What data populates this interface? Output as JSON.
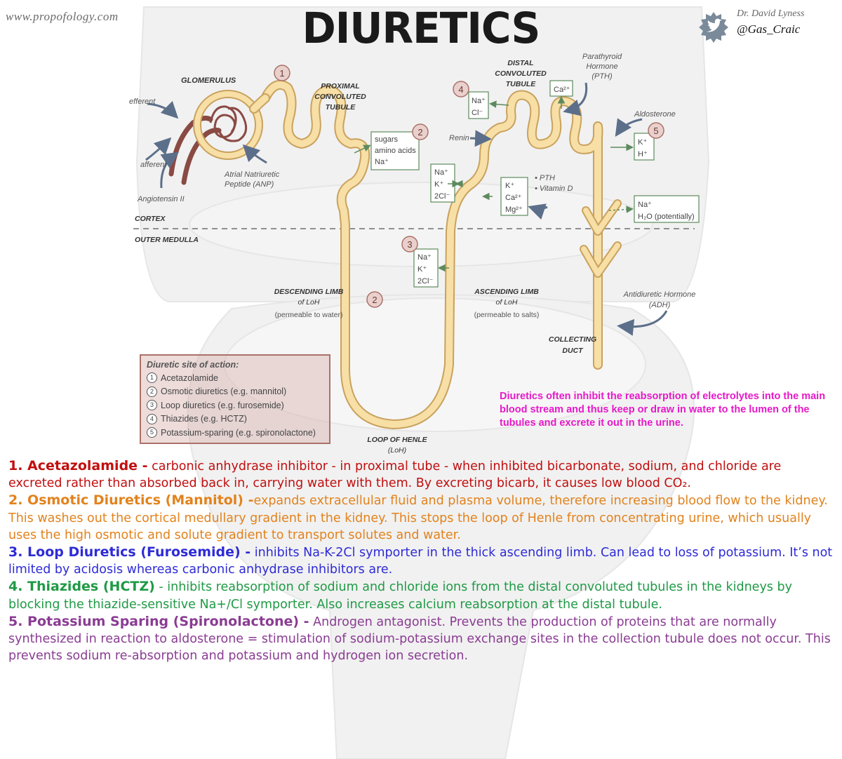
{
  "header": {
    "site": "www.propofology.com",
    "title": "DIURETICS",
    "author": "Dr. David Lyness",
    "handle": "@Gas_Craic"
  },
  "diagram": {
    "labels": {
      "glomerulus": "GLOMERULUS",
      "efferent": "efferent",
      "afferent": "afferent",
      "angiotensin": "Angiotensin II",
      "anp1": "Atrial Natriuretic",
      "anp2": "Peptide (ANP)",
      "pct1": "PROXIMAL",
      "pct2": "CONVOLUTED",
      "pct3": "TUBULE",
      "dct1": "DISTAL",
      "dct2": "CONVOLUTED",
      "dct3": "TUBULE",
      "pth1": "Parathyroid",
      "pth2": "Hormone",
      "pth3": "(PTH)",
      "aldosterone": "Aldosterone",
      "renin": "Renin",
      "pthlist1": "• PTH",
      "pthlist2": "• Vitamin D",
      "cortex": "CORTEX",
      "medulla": "OUTER MEDULLA",
      "desc1": "DESCENDING LIMB",
      "desc2": "of LoH",
      "desc3": "(permeable to water)",
      "asc1": "ASCENDING LIMB",
      "asc2": "of LoH",
      "asc3": "(permeable to salts)",
      "adh1": "Antidiuretic Hormone",
      "adh2": "(ADH)",
      "cd1": "COLLECTING",
      "cd2": "DUCT",
      "loh1": "LOOP OF HENLE",
      "loh2": "(LoH)"
    },
    "boxes": {
      "pct": [
        "sugars",
        "amino acids",
        "Na⁺"
      ],
      "dct_na": [
        "Na⁺",
        "Cl⁻"
      ],
      "ca": [
        "Ca²⁺"
      ],
      "kh": [
        "K⁺",
        "H⁺"
      ],
      "nak2cl_upper": [
        "Na⁺",
        "K⁺",
        "2Cl⁻"
      ],
      "kcamg": [
        "K⁺",
        "Ca²⁺",
        "Mg²⁺"
      ],
      "nah2o": [
        "Na⁺",
        "H₂O (potentially)"
      ],
      "nak2cl_lower": [
        "Na⁺",
        "K⁺",
        "2Cl⁻"
      ]
    },
    "site_numbers": [
      "1",
      "2",
      "2",
      "3",
      "4",
      "5"
    ]
  },
  "legend": {
    "title": "Diuretic site of action:",
    "items": [
      {
        "num": "1",
        "label": "Acetazolamide"
      },
      {
        "num": "2",
        "label": "Osmotic diuretics (e.g. mannitol)"
      },
      {
        "num": "3",
        "label": "Loop diuretics (e.g. furosemide)"
      },
      {
        "num": "4",
        "label": "Thiazides (e.g. HCTZ)"
      },
      {
        "num": "5",
        "label": "Potassium-sparing (e.g. spironolactone)"
      }
    ]
  },
  "note": "Diuretics often inhibit the reabsorption of electrolytes into the main blood stream and thus keep or draw in water to the lumen of the tubules and excrete it out in the urine.",
  "descriptions": [
    {
      "heading": "1. Acetazolamide -",
      "text": " carbonic anhydrase inhibitor - in proximal tube - when inhibited bicarbonate, sodium, and chloride are excreted rather than absorbed back in, carrying water with them. By excreting bicarb, it causes low blood CO₂."
    },
    {
      "heading": "2. Osmotic Diuretics (Mannitol) -",
      "text": "expands extracellular fluid and plasma volume, therefore increasing blood flow to the kidney. This washes out the cortical medullary gradient in the kidney. This stops the loop of Henle from concentrating urine, which usually uses the high osmotic and solute gradient to transport solutes and water."
    },
    {
      "heading": "3. Loop Diuretics (Furosemide) -",
      "text": " inhibits Na-K-2Cl symporter in the thick ascending limb. Can lead to loss of potassium. It’s not limited by acidosis whereas carbonic anhydrase inhibitors are."
    },
    {
      "heading": "4. Thiazides (HCTZ)",
      "text": " - inhibits reabsorption of sodium and chloride ions from the distal convoluted tubules in the kidneys by blocking the thiazide-sensitive Na+/Cl symporter. Also increases calcium reabsorption at the distal tubule."
    },
    {
      "heading": "5. Potassium Sparing (Spironolactone) -",
      "text": " Androgen antagonist. Prevents the production of proteins that are normally synthesized in reaction to aldosterone = stimulation of sodium-potassium exchange sites in the collection tubule does not occur. This prevents sodium re-absorption and potassium and hydrogen ion secretion."
    }
  ],
  "colors": {
    "tubule_fill": "#f7dfa6",
    "tubule_stroke": "#c9a25e",
    "vessel": "#8a4a44",
    "box": "#5d8a5d",
    "arrow": "#5c6f8a",
    "pink": "#e619c9"
  }
}
